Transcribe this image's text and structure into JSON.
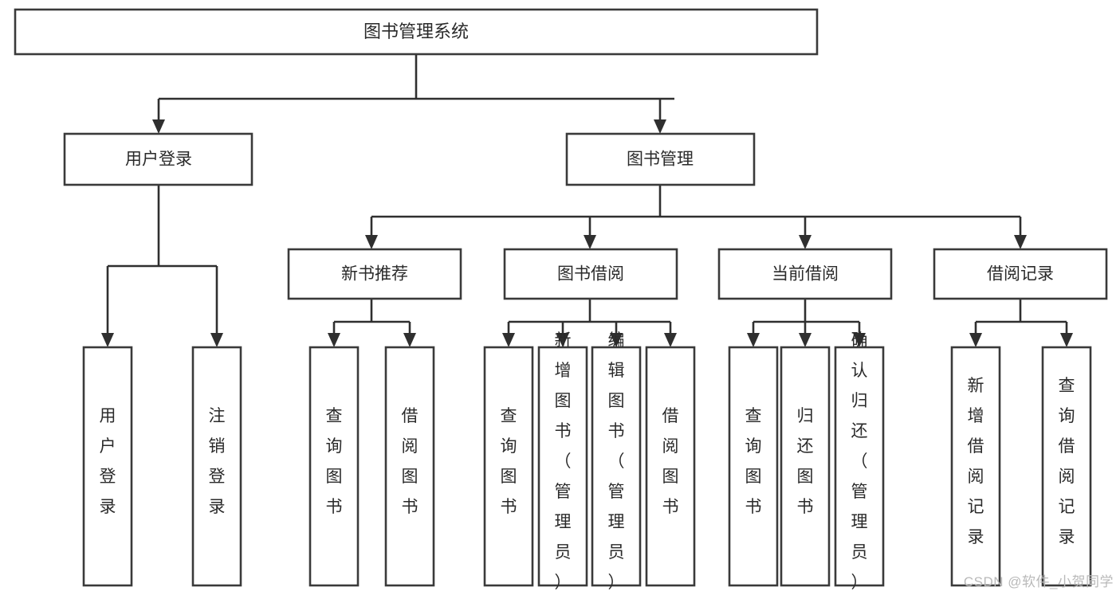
{
  "diagram": {
    "title": "图书管理系统",
    "type": "tree-hierarchy",
    "watermark": "CSDN @软件_小贺同学",
    "colors": {
      "box_fill": "#ffffff",
      "box_stroke": "#3a3a3a",
      "link": "#2f2f2f",
      "text": "#2a2a2a",
      "watermark": "#b9b9b9",
      "background": "#ffffff"
    },
    "nodes": {
      "root": {
        "label": "图书管理系统"
      },
      "level2": [
        {
          "label": "用户登录"
        },
        {
          "label": "图书管理"
        }
      ],
      "level3": [
        {
          "label": "新书推荐"
        },
        {
          "label": "图书借阅"
        },
        {
          "label": "当前借阅"
        },
        {
          "label": "借阅记录"
        }
      ],
      "leaves_user_login": [
        {
          "label": "用户登录"
        },
        {
          "label": "注销登录"
        }
      ],
      "leaves_new_book": [
        {
          "label": "查询图书"
        },
        {
          "label": "借阅图书"
        }
      ],
      "leaves_borrow": [
        {
          "label": "查询图书"
        },
        {
          "label": "新增图书（管理员）"
        },
        {
          "label": "编辑图书（管理员）"
        },
        {
          "label": "借阅图书"
        }
      ],
      "leaves_current": [
        {
          "label": "查询图书"
        },
        {
          "label": "归还图书"
        },
        {
          "label": "确认归还（管理员）"
        }
      ],
      "leaves_record": [
        {
          "label": "新增借阅记录"
        },
        {
          "label": "查询借阅记录"
        }
      ]
    }
  }
}
